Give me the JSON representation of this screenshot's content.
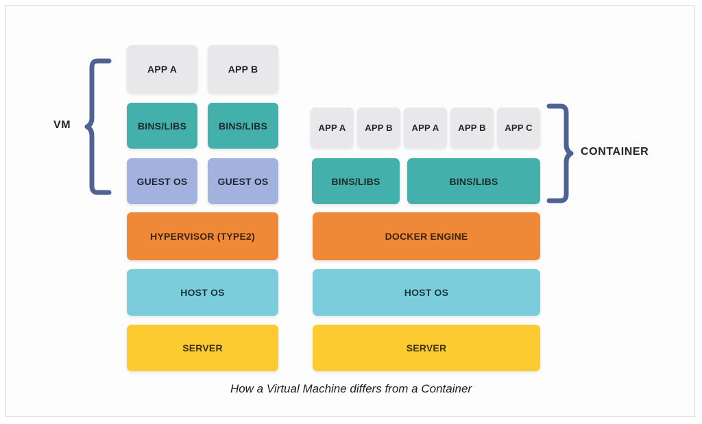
{
  "diagram": {
    "caption": "How a Virtual Machine differs from a Container",
    "colors": {
      "app": "#e8e8ea",
      "bins_libs": "#44b0ac",
      "guest_os": "#a3b1de",
      "hypervisor": "#f08937",
      "host_os": "#7ccddb",
      "server": "#fccb31",
      "brace": "#4e6394",
      "frame": "#d4d4d4",
      "text": "#252525"
    },
    "vm_side": {
      "label": "VM",
      "apps": [
        {
          "label": "APP A"
        },
        {
          "label": "APP B"
        }
      ],
      "bins_libs": [
        {
          "label": "BINS/LIBS"
        },
        {
          "label": "BINS/LIBS"
        }
      ],
      "guest_os": [
        {
          "label": "GUEST OS"
        },
        {
          "label": "GUEST OS"
        }
      ],
      "hypervisor": {
        "label": "HYPERVISOR (TYPE2)"
      },
      "host_os": {
        "label": "HOST OS"
      },
      "server": {
        "label": "SERVER"
      }
    },
    "container_side": {
      "label": "CONTAINER",
      "apps": [
        {
          "label": "APP A"
        },
        {
          "label": "APP B"
        },
        {
          "label": "APP A"
        },
        {
          "label": "APP B"
        },
        {
          "label": "APP C"
        }
      ],
      "bins_libs": [
        {
          "label": "BINS/LIBS"
        },
        {
          "label": "BINS/LIBS"
        }
      ],
      "docker_engine": {
        "label": "DOCKER ENGINE"
      },
      "host_os": {
        "label": "HOST OS"
      },
      "server": {
        "label": "SERVER"
      }
    }
  }
}
